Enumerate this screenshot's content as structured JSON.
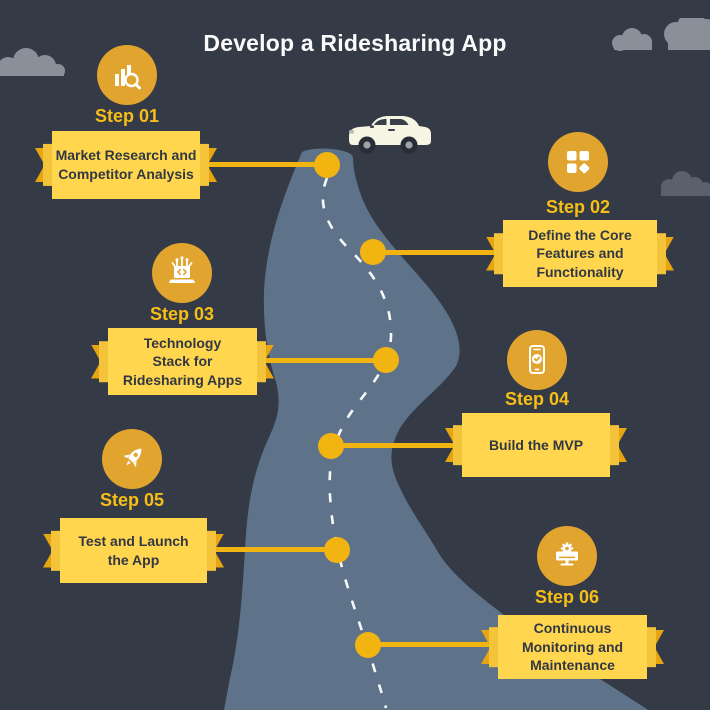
{
  "title": "Develop a Ridesharing App",
  "steps": [
    {
      "label": "Step 01",
      "text": "Market Research and\nCompetitor Analysis",
      "icon": "chart-magnifier-icon",
      "side": "left"
    },
    {
      "label": "Step 02",
      "text": "Define the Core\nFeatures and\nFunctionality",
      "icon": "features-grid-icon",
      "side": "right"
    },
    {
      "label": "Step 03",
      "text": "Technology\nStack for\nRidesharing Apps",
      "icon": "tech-stack-icon",
      "side": "left"
    },
    {
      "label": "Step 04",
      "text": "Build the MVP",
      "icon": "mobile-check-icon",
      "side": "right"
    },
    {
      "label": "Step 05",
      "text": "Test and Launch\nthe App",
      "icon": "rocket-icon",
      "side": "left"
    },
    {
      "label": "Step 06",
      "text": "Continuous\nMonitoring and\nMaintenance",
      "icon": "monitor-gear-icon",
      "side": "right"
    }
  ],
  "decorations": [
    "car",
    "road-with-dashed-centerline",
    "clouds"
  ],
  "colors": {
    "background": "#343B47",
    "road": "#5E7389",
    "road_dashes": "#FFFFFF",
    "banner_face": "#FFD64E",
    "banner_mid": "#F3C33A",
    "banner_ribbon": "#E8A50F",
    "connector_gold": "#F2B411",
    "icon_circle": "#E1A42E",
    "step_label": "#F6BE17",
    "banner_text": "#323843",
    "title_text": "#FAFAFB",
    "cloud_light": "#8A9099",
    "cloud_dark": "#5A616C",
    "car_body": "#F7F6E4"
  }
}
